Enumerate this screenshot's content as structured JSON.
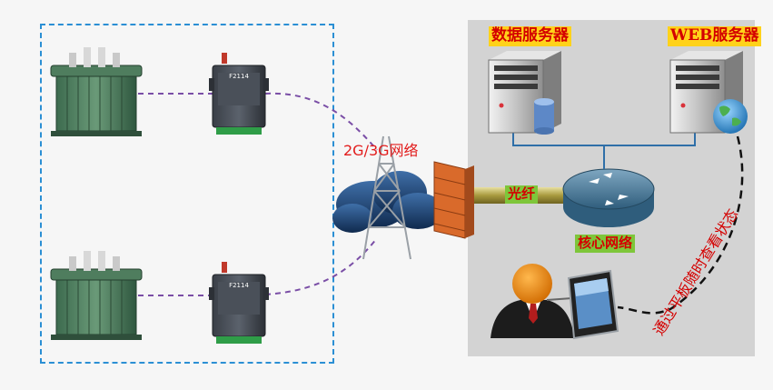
{
  "labels": {
    "data_server": "数据服务器",
    "web_server": "WEB服务器",
    "network": "2G/3G网络",
    "fiber": "光纤",
    "core_network": "核心网络",
    "tablet_view": "通过平板随时查看状态"
  },
  "devices": {
    "modem_model": "F2114"
  },
  "colors": {
    "dashed_box": "#2b8fd4",
    "link_line": "#7a4ea6",
    "label_red": "#d40000",
    "label_yellow_bg": "#ffd21a",
    "label_green_bg": "#7ec63a"
  }
}
